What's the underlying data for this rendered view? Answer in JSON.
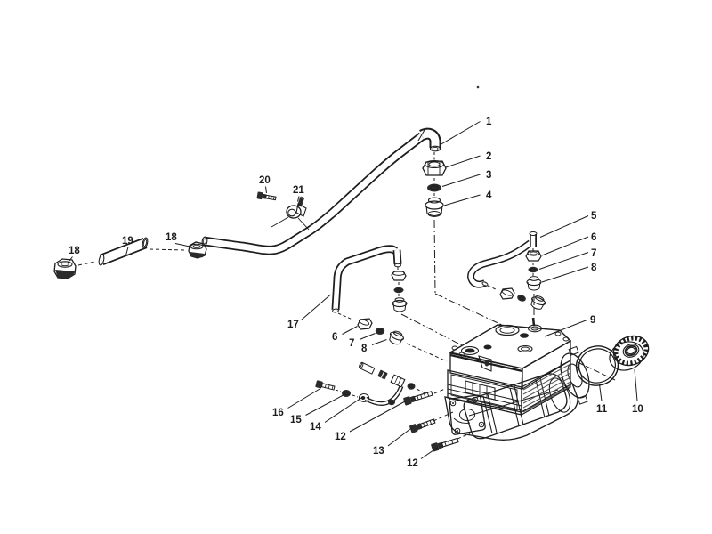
{
  "figure": {
    "type": "exploded-parts-diagram",
    "subject": "air compressor piping assembly exploded view",
    "background_color": "#ffffff",
    "line_color": "#1d1d1d",
    "label_color": "#1c1c1c",
    "callouts": [
      {
        "label": "1"
      },
      {
        "label": "2"
      },
      {
        "label": "3"
      },
      {
        "label": "4"
      },
      {
        "label": "5"
      },
      {
        "label": "6"
      },
      {
        "label": "7"
      },
      {
        "label": "8"
      },
      {
        "label": "9"
      },
      {
        "label": "10"
      },
      {
        "label": "11"
      },
      {
        "label": "12"
      },
      {
        "label": "13"
      },
      {
        "label": "12"
      },
      {
        "label": "14"
      },
      {
        "label": "15"
      },
      {
        "label": "16"
      },
      {
        "label": "17"
      },
      {
        "label": "18"
      },
      {
        "label": "19"
      },
      {
        "label": "18"
      },
      {
        "label": "20"
      },
      {
        "label": "21"
      }
    ],
    "callouts_mid": [
      {
        "label": "6"
      },
      {
        "label": "7"
      },
      {
        "label": "8"
      }
    ]
  }
}
